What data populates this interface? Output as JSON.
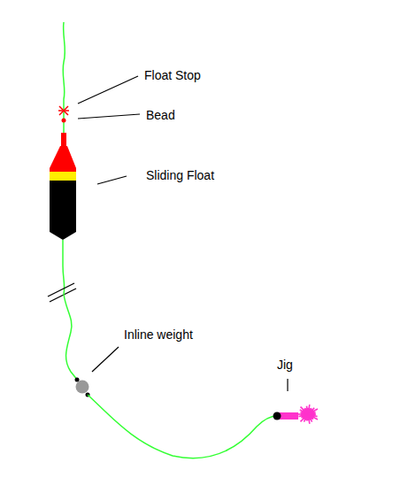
{
  "diagram": {
    "labels": [
      "Float Stop",
      "Bead",
      "Sliding Float",
      "Inline weight",
      "Jig"
    ]
  }
}
